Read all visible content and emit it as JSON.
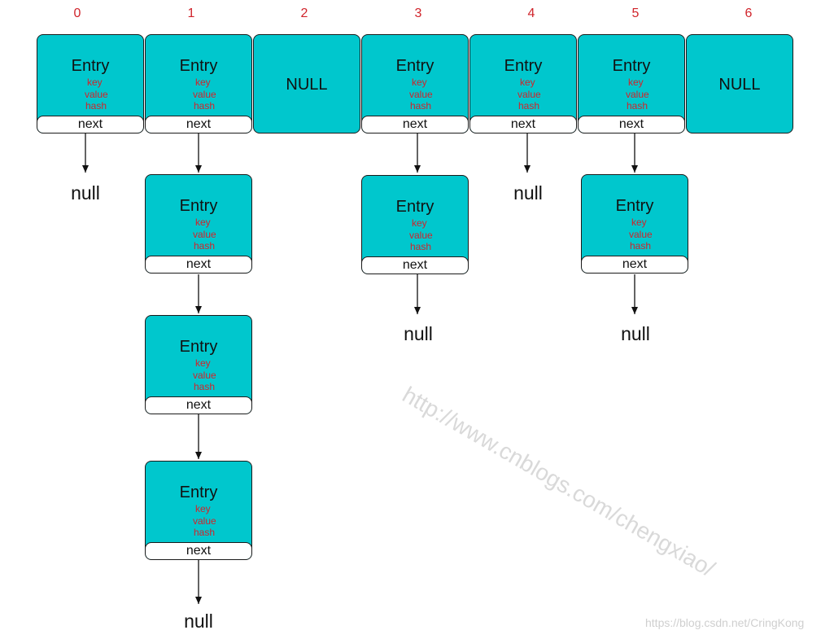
{
  "indices": [
    "0",
    "1",
    "2",
    "3",
    "4",
    "5",
    "6"
  ],
  "entry": {
    "title": "Entry",
    "fields": {
      "key": "key",
      "value": "value",
      "hash": "hash"
    },
    "next": "next"
  },
  "empty_bucket_label": "NULL",
  "terminator": "null",
  "buckets": [
    {
      "index": "0",
      "chain_length": 1
    },
    {
      "index": "1",
      "chain_length": 4
    },
    {
      "index": "2",
      "chain_length": 0
    },
    {
      "index": "3",
      "chain_length": 2
    },
    {
      "index": "4",
      "chain_length": 1
    },
    {
      "index": "5",
      "chain_length": 2
    },
    {
      "index": "6",
      "chain_length": 0
    }
  ],
  "watermarks": {
    "diagonal": "http://www.cnblogs.com/chengxiao/",
    "corner": "https://blog.csdn.net/CringKong"
  },
  "colors": {
    "entry_fill": "#00c7cd",
    "index_text": "#d0242b",
    "field_text": "#d0242b",
    "border": "#1a1a1a"
  }
}
